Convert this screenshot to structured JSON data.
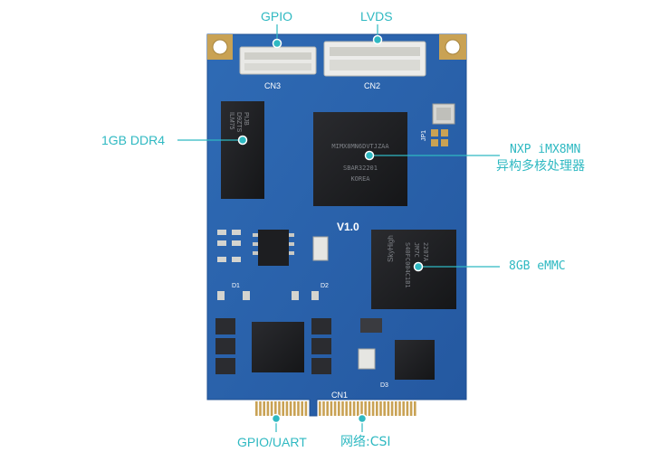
{
  "board": {
    "silkscreen": {
      "cn3": "CN3",
      "cn2": "CN2",
      "cn1": "CN1",
      "version": "V1.0",
      "jp1": "JP1",
      "d1": "D1",
      "d2": "D2",
      "d3": "D3"
    },
    "chips": {
      "soc_marking": [
        "MIMX8MN6DVTJZAA",
        "SBAR32201",
        "KOREA"
      ],
      "emmc_marking": [
        "SkyHigh",
        "S40FC004C1B1",
        "JM7C",
        "2207A"
      ],
      "ddr_marking": [
        "PIJB",
        "D9ZTS",
        "ILM75"
      ]
    }
  },
  "callouts": {
    "gpio": "GPIO",
    "lvds": "LVDS",
    "ddr": "1GB DDR4",
    "soc_line1": "NXP iMX8MN",
    "soc_line2": "异构多核处理器",
    "emmc": "8GB eMMC",
    "gpio_uart": "GPIO/UART",
    "network_csi": "网络:CSI"
  },
  "colors": {
    "accent": "#2fb9c2",
    "pcb": "#2a63ad",
    "chip": "#1e1f22",
    "gold": "#c9a254",
    "silk": "#ffffff"
  }
}
